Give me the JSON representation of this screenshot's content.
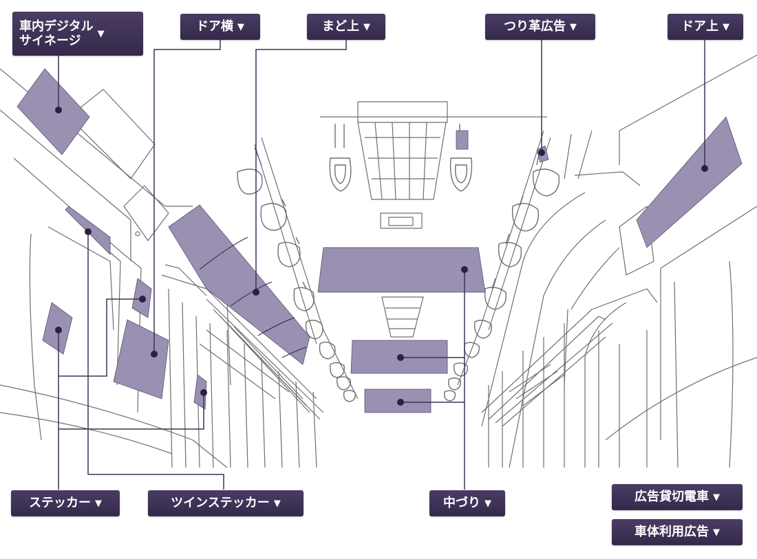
{
  "accent_color": "#9a90b2",
  "label_color": "#3e3157",
  "labels": {
    "digital_signage": "車内デジタル\nサイネージ",
    "door_side": "ドア横",
    "above_window": "まど上",
    "strap_ad": "つり革広告",
    "above_door": "ドア上",
    "sticker": "ステッカー",
    "twin_sticker": "ツインステッカー",
    "hanging": "中づり",
    "charter_train": "広告貸切電車",
    "body_wrap": "車体利用広告"
  },
  "arrow_glyph": "▼"
}
